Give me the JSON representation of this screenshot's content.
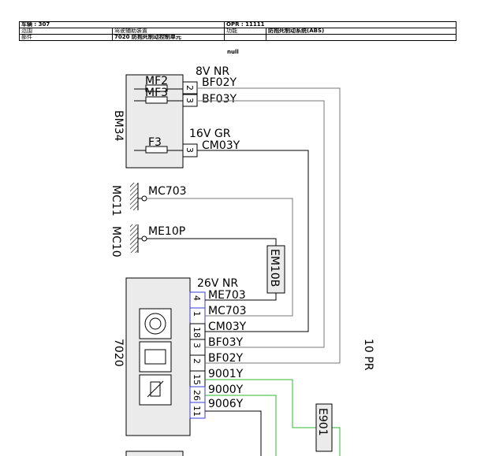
{
  "header": {
    "vehicle": "车辆 : 307",
    "opr": "OPR : 11111",
    "scope_label": "范围",
    "scope_value": "驾驶辅助装置",
    "function_label": "功能",
    "function_value": "防抱死制动系统(ABS)",
    "part_label": "部件",
    "part_value": "7020 防抱死制动控制单元"
  },
  "subtitle": "null",
  "blocks": {
    "bm34": "BM34",
    "ground_mc11": "MC11",
    "ground_mc10": "MC10",
    "ecu": "7020",
    "em10b": "EM10B",
    "e901": "E901"
  },
  "fuses": {
    "mf2": "MF2",
    "mf3": "MF3",
    "f3": "F3"
  },
  "bm34_pins": {
    "p2": "2",
    "p3": "3",
    "p3b": "3"
  },
  "ecu_pins": [
    "4",
    "1",
    "18",
    "3",
    "2",
    "15",
    "26",
    "11"
  ],
  "wires": {
    "v8_nr": "8V  NR",
    "bf02y_top": "BF02Y",
    "bf03y_top": "BF03Y",
    "v16_gr": "16V  GR",
    "cm03y_top": "CM03Y",
    "mc703_gnd": "MC703",
    "me10p": "ME10P",
    "v26_nr": "26V  NR",
    "me703": "ME703",
    "mc703": "MC703",
    "cm03y": "CM03Y",
    "bf03y": "BF03Y",
    "bf02y": "BF02Y",
    "w9001y": "9001Y",
    "w9000y": "9000Y",
    "w9006y": "9006Y"
  },
  "side_label": "10 PR",
  "colors": {
    "wire_black": "#000000",
    "wire_grey": "#777777",
    "wire_blue": "#3a3ad8",
    "wire_green": "#2fb82f",
    "box_fill": "#ebebeb"
  }
}
